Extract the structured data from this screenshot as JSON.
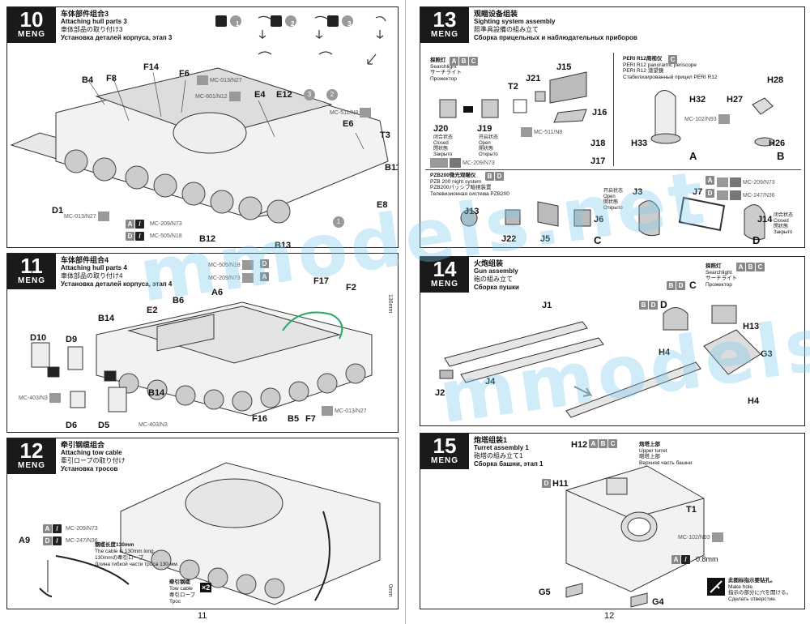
{
  "pages": {
    "left": "11",
    "right": "12"
  },
  "watermark": "mmodels.net",
  "step10": {
    "num": "10",
    "brand": "MENG",
    "zh": "车体部件组合3",
    "en": "Attaching hull parts 3",
    "ja": "車体部品の取り付け3",
    "ru": "Установка деталей корпуса, этап 3",
    "labels": [
      "B4",
      "F8",
      "F14",
      "F6",
      "E4",
      "E12",
      "E6",
      "T3",
      "B11",
      "D1",
      "B12",
      "B13",
      "E8"
    ],
    "mc": [
      "MC-013/N27",
      "MC-601/N12",
      "MC-511/N8",
      "MC-013/N27",
      "MC-209/N73",
      "MC-505/N18"
    ],
    "qty": [
      "1",
      "2",
      "3",
      "3",
      "2",
      "1"
    ],
    "badges": [
      "A",
      "D"
    ]
  },
  "step11": {
    "num": "11",
    "brand": "MENG",
    "zh": "车体部件组合4",
    "en": "Attaching hull parts 4",
    "ja": "車体部品の取り付け4",
    "ru": "Установка деталей корпуса, этап 4",
    "labels": [
      "A6",
      "F17",
      "F2",
      "B6",
      "E2",
      "B14",
      "D10",
      "D9",
      "D6",
      "D5",
      "B14",
      "F16",
      "B5",
      "F7"
    ],
    "mc": [
      "MC-505/N18",
      "MC-209/N73",
      "MC-403/N3",
      "MC-403/N3",
      "MC-013/N27"
    ],
    "badges": [
      "D",
      "A"
    ],
    "ruler": "130mm"
  },
  "step12": {
    "num": "12",
    "brand": "MENG",
    "zh": "牵引钢缆组合",
    "en": "Attaching tow cable",
    "ja": "牽引ロープの取り付け",
    "ru": "Установка тросов",
    "labels": [
      "A9"
    ],
    "mc": [
      "MC-209/N73",
      "MC-247/N36"
    ],
    "badges": [
      "A",
      "D"
    ],
    "cable_zh": "钢缆长度130mm",
    "cable_en": "The cable is 130mm long.",
    "cable_ja": "130mmの牽引ロープ",
    "cable_ru": "Длина гибкой части троса 130 мм.",
    "tow_zh": "牵引钢缆",
    "tow_en": "Tow cable",
    "tow_ja": "牽引ロープ",
    "tow_ru": "Трос",
    "tow_qty": "×2",
    "ruler": "0mm"
  },
  "step13": {
    "num": "13",
    "brand": "MENG",
    "zh": "观瞄设备组装",
    "en": "Sighting system assembly",
    "ja": "照準具設備の組み立て",
    "ru": "Сборка прицельных и наблюдательных приборов",
    "searchlight": {
      "zh": "探照灯",
      "en": "Searchlight",
      "ja": "サーチライト",
      "ru": "Прожектор",
      "badges": [
        "A",
        "B",
        "C"
      ]
    },
    "peri": {
      "zh": "PERI R12周视仪",
      "en": "PERI R12 panoramic periscope",
      "ja": "PERI R12 潜望鏡",
      "ru": "Стабилизированный прицел PERI R12",
      "badge": "C"
    },
    "pzb": {
      "zh": "PZB200微光观瞄仪",
      "en": "PZB 200 night system",
      "ja": "PZB200パッシブ暗視装置",
      "ru": "Телевизионная система PZB200",
      "badges": [
        "B",
        "D"
      ]
    },
    "closed": {
      "zh": "闭合状态",
      "en": "Closed",
      "ja": "閉状態",
      "ru": "Закрыто"
    },
    "open": {
      "zh": "开启状态",
      "en": "Open",
      "ja": "開状態",
      "ru": "Открыто"
    },
    "labels": [
      "J15",
      "J21",
      "T2",
      "J16",
      "J20",
      "J19",
      "J18",
      "J17",
      "H28",
      "H32",
      "H27",
      "H26",
      "H33",
      "J13",
      "J22",
      "J5",
      "J6",
      "J3",
      "J7",
      "J14"
    ],
    "mc": [
      "MC-511/N8",
      "MC-209/N73",
      "MC-102/N93",
      "MC-209/N73",
      "MC-247/N36"
    ],
    "variants": [
      "A",
      "B",
      "C",
      "D"
    ]
  },
  "step14": {
    "num": "14",
    "brand": "MENG",
    "zh": "火炮组装",
    "en": "Gun assembly",
    "ja": "砲の組み立て",
    "ru": "Сборка пушки",
    "searchlight": {
      "zh": "探照灯",
      "en": "Searchlight",
      "ja": "サーチライト",
      "ru": "Прожектор",
      "badges": [
        "A",
        "B",
        "C"
      ]
    },
    "labels": [
      "J1",
      "J4",
      "J2",
      "H13",
      "H4",
      "G3",
      "H4",
      "C",
      "D"
    ],
    "badges_c": [
      "B",
      "D"
    ],
    "badges_d": [
      "B",
      "D"
    ]
  },
  "step15": {
    "num": "15",
    "brand": "MENG",
    "zh": "炮塔组装1",
    "en": "Turret assembly 1",
    "ja": "砲塔の組み立て1",
    "ru": "Сборка башни, этап 1",
    "upper": {
      "zh": "炮塔上部",
      "en": "Upper turret",
      "ja": "砲塔上部",
      "ru": "Верхняя часть башни"
    },
    "labels": [
      "H12",
      "H11",
      "T1",
      "G5",
      "G4"
    ],
    "h12_badges": [
      "A",
      "B",
      "C"
    ],
    "h11_badge": "D",
    "mc": [
      "MC-102/N93"
    ],
    "drill_badge": "A",
    "drill_size": "0.8mm",
    "hole": {
      "zh": "此图标指示要钻孔。",
      "en": "Make hole.",
      "ja": "指示の部分に穴を開ける。",
      "ru": "Сделать отверстие."
    }
  }
}
